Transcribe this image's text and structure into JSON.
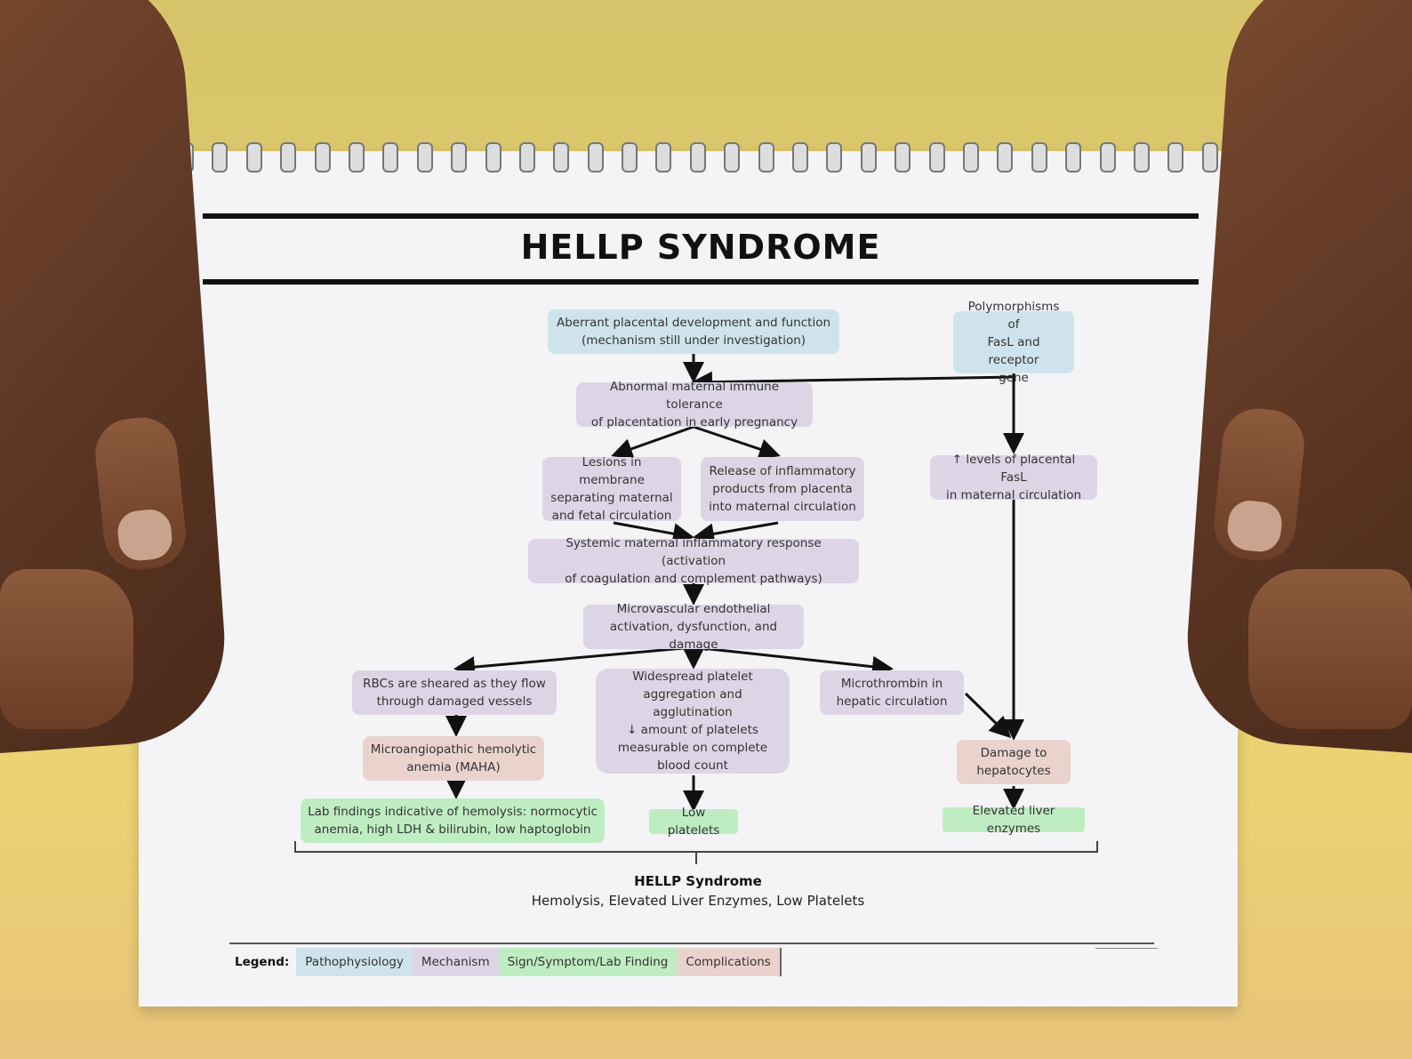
{
  "title": "HELLP SYNDROME",
  "nodes": {
    "aberrant": "Aberrant placental development and function\n(mechanism still under investigation)",
    "polymorphisms": "Polymorphisms of\nFasL and receptor\ngene",
    "tolerance": "Abnormal maternal immune tolerance\nof placentation in early pregnancy",
    "lesions": "Lesions in membrane\nseparating maternal\nand fetal circulation",
    "release": "Release of inflammatory\nproducts from placenta\ninto maternal circulation",
    "fasl_levels": "↑ levels of placental FasL\nin maternal circulation",
    "systemic": "Systemic maternal inflammatory response (activation\nof coagulation and complement pathways)",
    "microvascular": "Microvascular endothelial\nactivation, dysfunction, and damage",
    "rbcs": "RBCs are sheared as they flow\nthrough damaged vessels",
    "platelet": "Widespread platelet\naggregation and agglutination\n↓ amount of platelets\nmeasurable on complete\nblood count",
    "microthrombin": "Microthrombin in\nhepatic circulation",
    "maha": "Microangiopathic hemolytic\nanemia (MAHA)",
    "damage": "Damage to\nhepatocytes",
    "lab_hemolysis": "Lab findings indicative of hemolysis: normocytic\nanemia, high LDH & bilirubin, low haptoglobin",
    "low_platelets": "Low platelets",
    "elevated_liver": "Elevated liver enzymes"
  },
  "summary": {
    "title": "HELLP Syndrome",
    "subtitle": "Hemolysis, Elevated Liver Enzymes, Low Platelets"
  },
  "legend": {
    "label": "Legend:",
    "items": [
      {
        "label": "Pathophysiology",
        "color": "#cfe3ec"
      },
      {
        "label": "Mechanism",
        "color": "#ddd5e6"
      },
      {
        "label": "Sign/Symptom/Lab Finding",
        "color": "#bfedc2"
      },
      {
        "label": "Complications",
        "color": "#ead3cd"
      }
    ]
  },
  "colors": {
    "pathophysiology": "#cfe3ec",
    "mechanism": "#ddd5e6",
    "sign": "#bfedc2",
    "complication": "#ead3cd"
  }
}
